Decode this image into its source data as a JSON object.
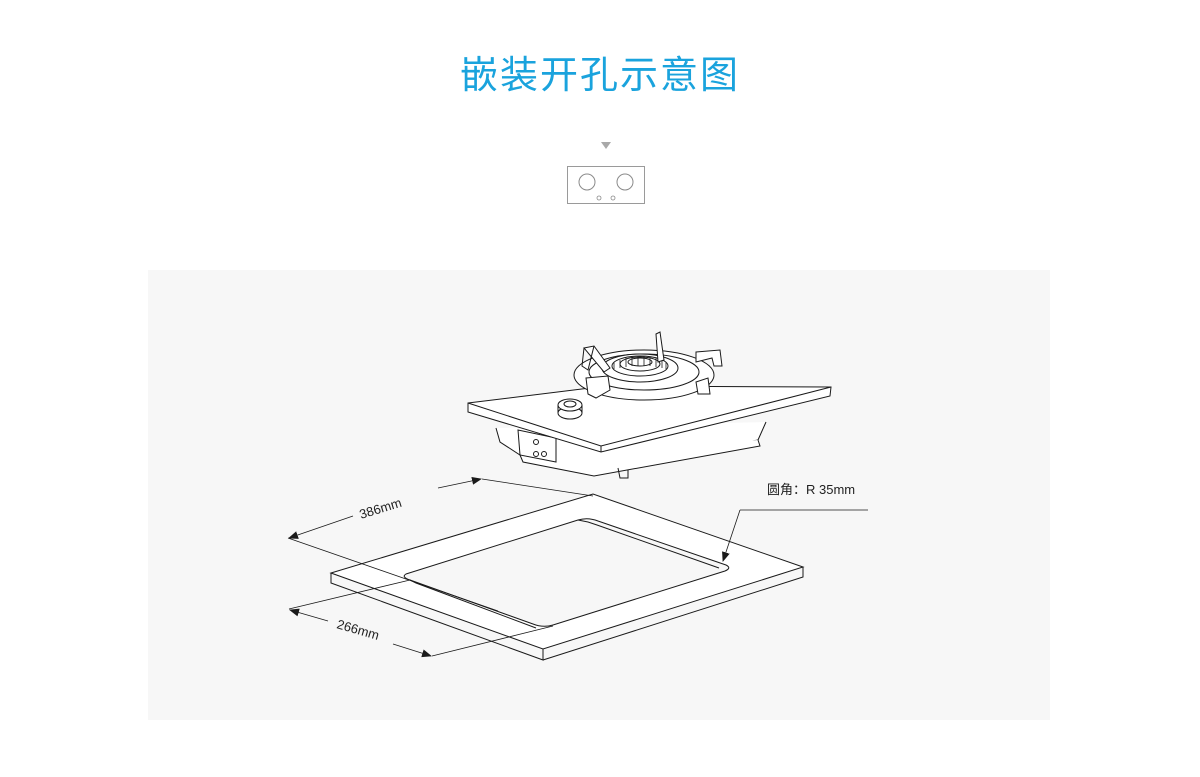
{
  "title": "嵌装开孔示意图",
  "diagram": {
    "dimensions": {
      "length": "386mm",
      "width": "266mm",
      "corner_radius": "圆角：R  35mm"
    },
    "colors": {
      "title": "#1aa3dd",
      "line": "#1a1a1a",
      "panel": "#f7f7f7",
      "indicator": "#a9a9a9"
    }
  }
}
